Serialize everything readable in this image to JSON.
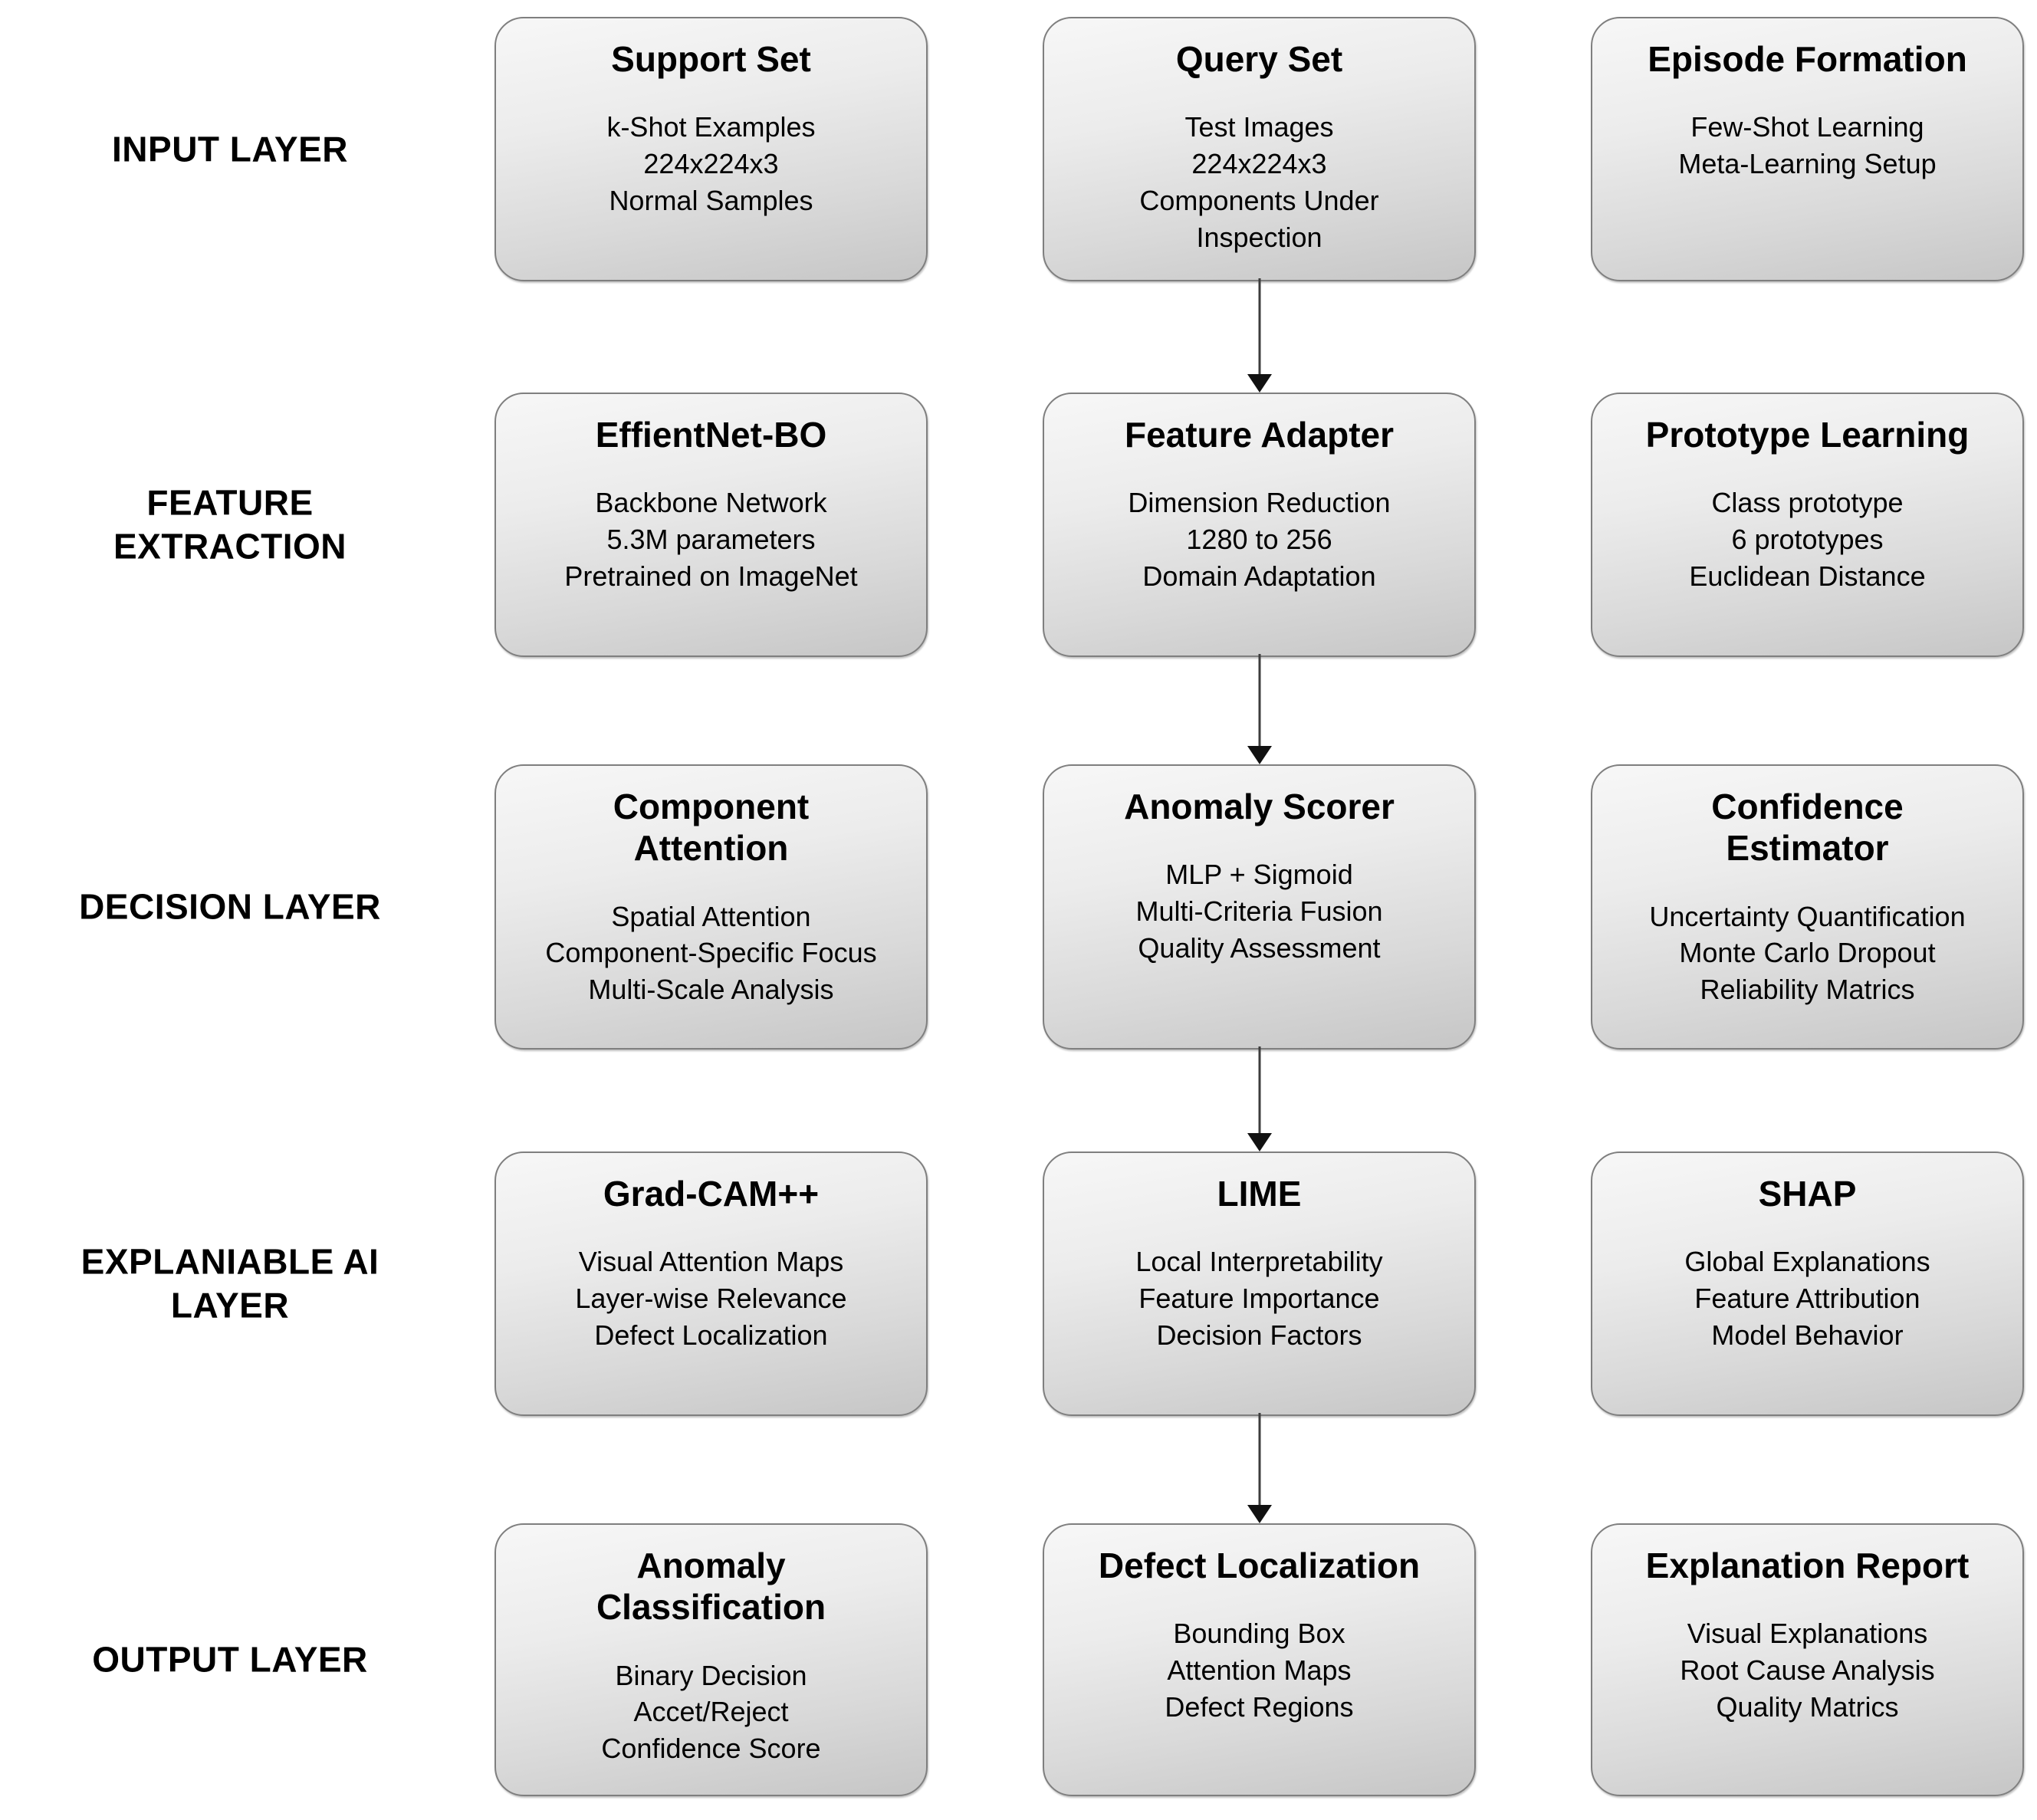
{
  "layers": [
    {
      "label": "INPUT LAYER",
      "boxes": [
        {
          "title": "Support Set",
          "body": "k-Shot Examples\n224x224x3\nNormal Samples"
        },
        {
          "title": "Query Set",
          "body": "Test Images\n224x224x3\nComponents Under\nInspection"
        },
        {
          "title": "Episode Formation",
          "body": "Few-Shot Learning\nMeta-Learning Setup"
        }
      ]
    },
    {
      "label": "FEATURE\nEXTRACTION",
      "boxes": [
        {
          "title": "EffientNet-BO",
          "body": "Backbone Network\n5.3M parameters\nPretrained on ImageNet"
        },
        {
          "title": "Feature Adapter",
          "body": "Dimension Reduction\n1280 to 256\nDomain Adaptation"
        },
        {
          "title": "Prototype Learning",
          "body": "Class prototype\n6 prototypes\nEuclidean Distance"
        }
      ]
    },
    {
      "label": "DECISION LAYER",
      "boxes": [
        {
          "title": "Component\nAttention",
          "body": "Spatial Attention\nComponent-Specific Focus\nMulti-Scale Analysis"
        },
        {
          "title": "Anomaly Scorer",
          "body": "MLP + Sigmoid\nMulti-Criteria Fusion\nQuality Assessment"
        },
        {
          "title": "Confidence\nEstimator",
          "body": "Uncertainty Quantification\nMonte Carlo Dropout\nReliability Matrics"
        }
      ]
    },
    {
      "label": "EXPLANIABLE AI\nLAYER",
      "boxes": [
        {
          "title": "Grad-CAM++",
          "body": "Visual Attention Maps\nLayer-wise Relevance\nDefect Localization"
        },
        {
          "title": "LIME",
          "body": "Local Interpretability\nFeature Importance\nDecision Factors"
        },
        {
          "title": "SHAP",
          "body": "Global Explanations\nFeature Attribution\nModel Behavior"
        }
      ]
    },
    {
      "label": "OUTPUT LAYER",
      "boxes": [
        {
          "title": "Anomaly\nClassification",
          "body": "Binary Decision\nAccet/Reject\nConfidence Score"
        },
        {
          "title": "Defect Localization",
          "body": "Bounding Box\nAttention Maps\nDefect Regions"
        },
        {
          "title": "Explanation Report",
          "body": "Visual Explanations\nRoot Cause Analysis\nQuality Matrics"
        }
      ]
    }
  ],
  "connections": [
    {
      "from": "Query Set",
      "to": "Feature Adapter"
    },
    {
      "from": "Feature Adapter",
      "to": "Anomaly Scorer"
    },
    {
      "from": "Anomaly Scorer",
      "to": "LIME"
    },
    {
      "from": "LIME",
      "to": "Defect Localization"
    }
  ],
  "colors": {
    "background": "#ffffff",
    "box_fill_top": "#f7f7f7",
    "box_fill_bottom": "#c6c6c6",
    "box_border": "#7f7f7f",
    "text": "#000000",
    "arrow": "#111111"
  }
}
